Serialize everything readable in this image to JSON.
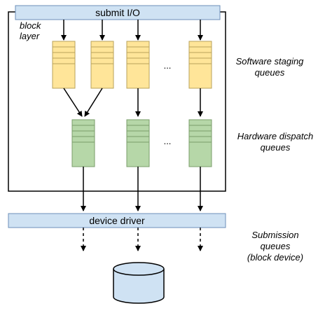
{
  "submit_bar": {
    "label": "submit I/O"
  },
  "block_layer": {
    "line1": "block",
    "line2": "layer"
  },
  "software_queues": {
    "count": 4,
    "ellipsis": "...",
    "label_line1": "Software staging",
    "label_line2": "queues"
  },
  "hardware_queues": {
    "count": 3,
    "ellipsis": "...",
    "label_line1": "Hardware dispatch",
    "label_line2": "queues"
  },
  "device_driver": {
    "label": "device driver"
  },
  "submission_queues": {
    "label_line1": "Submission",
    "label_line2": "queues",
    "label_line3": "(block device)"
  },
  "colors": {
    "bar_fill": "#cfe2f3",
    "bar_stroke": "#6d8fb8",
    "staging_fill": "#ffe599",
    "staging_stroke": "#b8a25a",
    "dispatch_fill": "#b6d7a8",
    "dispatch_stroke": "#7a9c6a",
    "device_fill": "#cfe2f3"
  }
}
